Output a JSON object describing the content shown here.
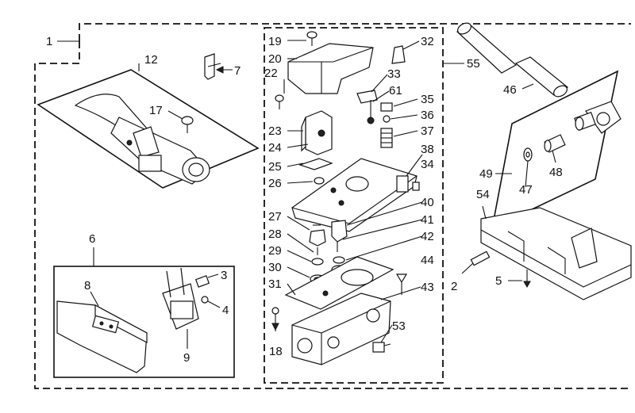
{
  "diagram": {
    "callouts": {
      "c1": "1",
      "c2": "2",
      "c3": "3",
      "c4": "4",
      "c5": "5",
      "c6": "6",
      "c7": "7",
      "c8": "8",
      "c9": "9",
      "c12": "12",
      "c17": "17",
      "c18": "18",
      "c19": "19",
      "c20": "20",
      "c22": "22",
      "c23": "23",
      "c24": "24",
      "c25": "25",
      "c26": "26",
      "c27": "27",
      "c28": "28",
      "c29": "29",
      "c30": "30",
      "c31": "31",
      "c32": "32",
      "c33": "33",
      "c34": "34",
      "c35": "35",
      "c36": "36",
      "c37": "37",
      "c38": "38",
      "c40": "40",
      "c41": "41",
      "c42": "42",
      "c43": "43",
      "c44": "44",
      "c46": "46",
      "c47": "47",
      "c48": "48",
      "c49": "49",
      "c53": "53",
      "c54": "54",
      "c55": "55",
      "c61": "61"
    }
  }
}
